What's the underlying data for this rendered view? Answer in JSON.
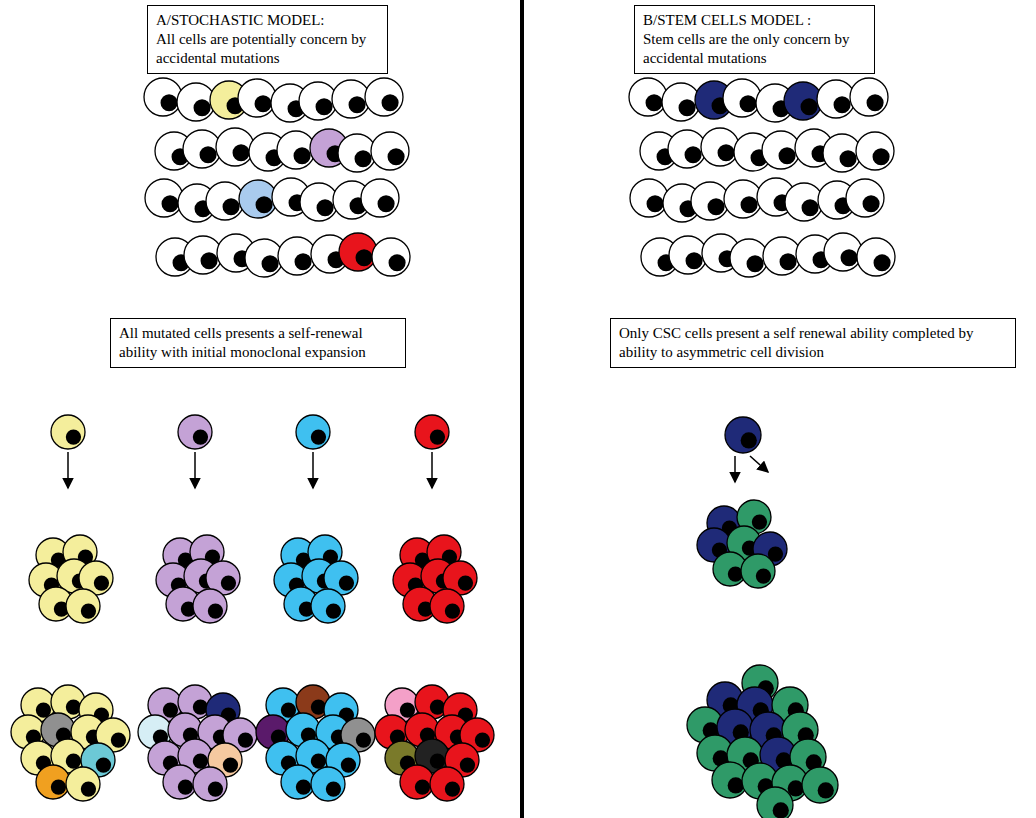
{
  "diagram": {
    "nodes": [
      {
        "text": [
          "A/STOCHASTIC MODEL:",
          "All cells are potentially concern by accidental mutations"
        ]
      },
      {
        "text": [
          "B/STEM CELLS MODEL :",
          "Stem cells are the only concern by accidental mutations"
        ]
      },
      {
        "text": [
          "All mutated cells presents a self-renewal ability with initial monoclonal expansion"
        ]
      },
      {
        "text": [
          "Only CSC cells present a self renewal ability completed by ability to asymmetric cell division"
        ]
      }
    ]
  }
}
